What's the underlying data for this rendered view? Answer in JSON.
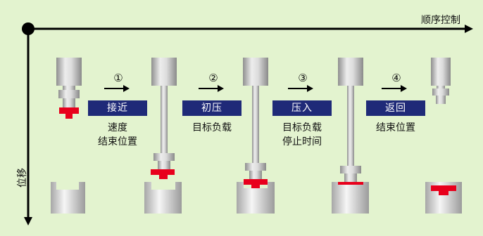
{
  "axes": {
    "x_label": "顺序控制",
    "y_label": "位移"
  },
  "steps": [
    {
      "number": "①",
      "phase": "接近",
      "desc": [
        "速度",
        "结束位置"
      ]
    },
    {
      "number": "②",
      "phase": "初压",
      "desc": [
        "目标负载"
      ]
    },
    {
      "number": "③",
      "phase": "压入",
      "desc": [
        "目标负载",
        "停止时间"
      ]
    },
    {
      "number": "④",
      "phase": "返回",
      "desc": [
        "结束位置"
      ]
    }
  ],
  "colors": {
    "background": "#e3f3cf",
    "phase_box": "#1f2a78",
    "press_tip": "#e8001c",
    "metal": "#c8c8c8"
  }
}
